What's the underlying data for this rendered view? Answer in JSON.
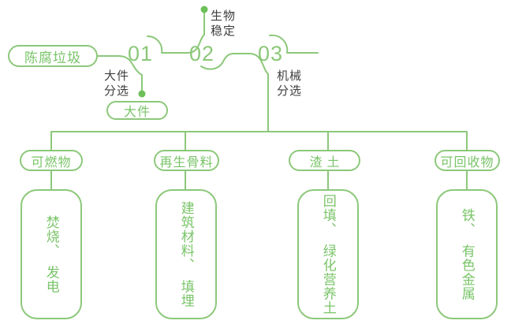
{
  "colors": {
    "line": "#8cc87a",
    "dot": "#6cc057",
    "green_text": "#79c468",
    "dark_text": "#3e3e3e",
    "background": "#ffffff"
  },
  "flow": {
    "source": "陈腐垃圾",
    "steps": [
      {
        "number": "01",
        "process": "大件分选",
        "output": "大件"
      },
      {
        "number": "02",
        "process": "生物稳定"
      },
      {
        "number": "03",
        "process": "机械分选"
      }
    ]
  },
  "branches": [
    {
      "category": "可燃物",
      "disposal": "焚烧、　发电"
    },
    {
      "category": "再生骨料",
      "disposal": "建筑材料、　填埋"
    },
    {
      "category": "渣土",
      "disposal": "回填、　绿化营养土"
    },
    {
      "category": "可回收物",
      "disposal": "铁、　有色金属"
    }
  ]
}
